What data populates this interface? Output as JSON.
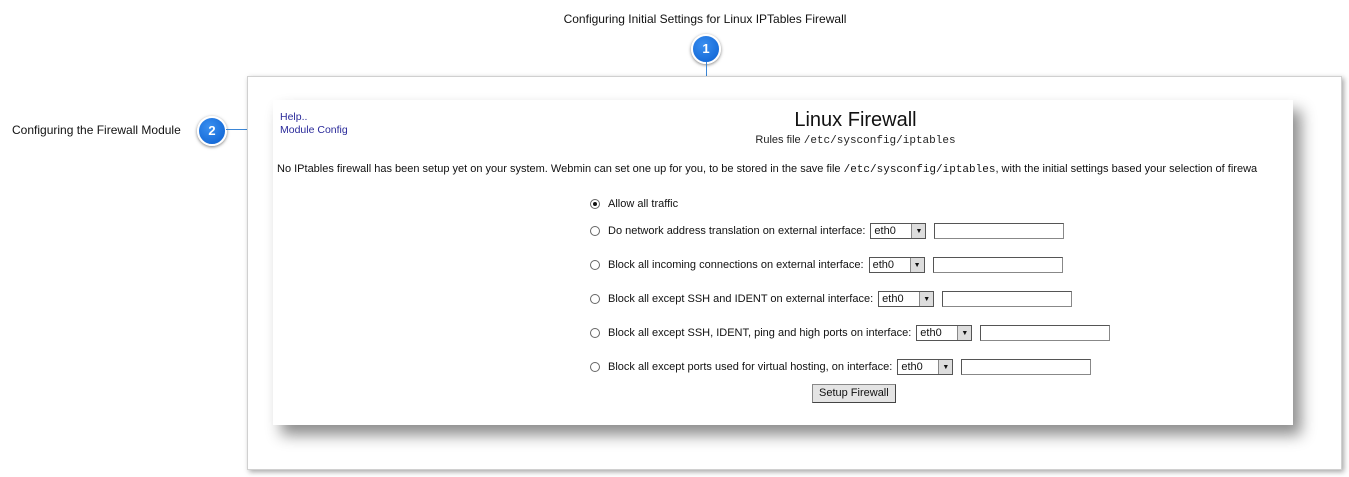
{
  "callouts": {
    "top_title": "Configuring Initial Settings for Linux IPTables Firewall",
    "top_number": "1",
    "left_label": "Configuring the Firewall Module",
    "left_number": "2"
  },
  "module": {
    "links": [
      "Help..",
      "Module Config"
    ],
    "title": "Linux Firewall",
    "rules_file_prefix": "Rules file",
    "rules_file_path": "/etc/sysconfig/iptables"
  },
  "intro": {
    "text_before": "No IPtables firewall has been setup yet on your system. Webmin can set one up for you, to be stored in the save file",
    "path": "/etc/sysconfig/iptables",
    "text_after": ", with the initial settings based your selection of firewa"
  },
  "options": [
    {
      "label": "Allow all traffic",
      "selected": true
    },
    {
      "label": "Do network address translation on external interface:",
      "interface": "eth0",
      "selected": false
    },
    {
      "label": "Block all incoming connections on external interface:",
      "interface": "eth0",
      "selected": false
    },
    {
      "label": "Block all except SSH and IDENT on external interface:",
      "interface": "eth0",
      "selected": false
    },
    {
      "label": "Block all except SSH, IDENT, ping and high ports on interface:",
      "interface": "eth0",
      "selected": false
    },
    {
      "label": "Block all except ports used for virtual hosting, on interface:",
      "interface": "eth0",
      "selected": false
    }
  ],
  "setup_button": "Setup Firewall",
  "colors": {
    "badge": "#1f78e6",
    "leader": "#3b86d6",
    "link": "#2a2a9a"
  }
}
